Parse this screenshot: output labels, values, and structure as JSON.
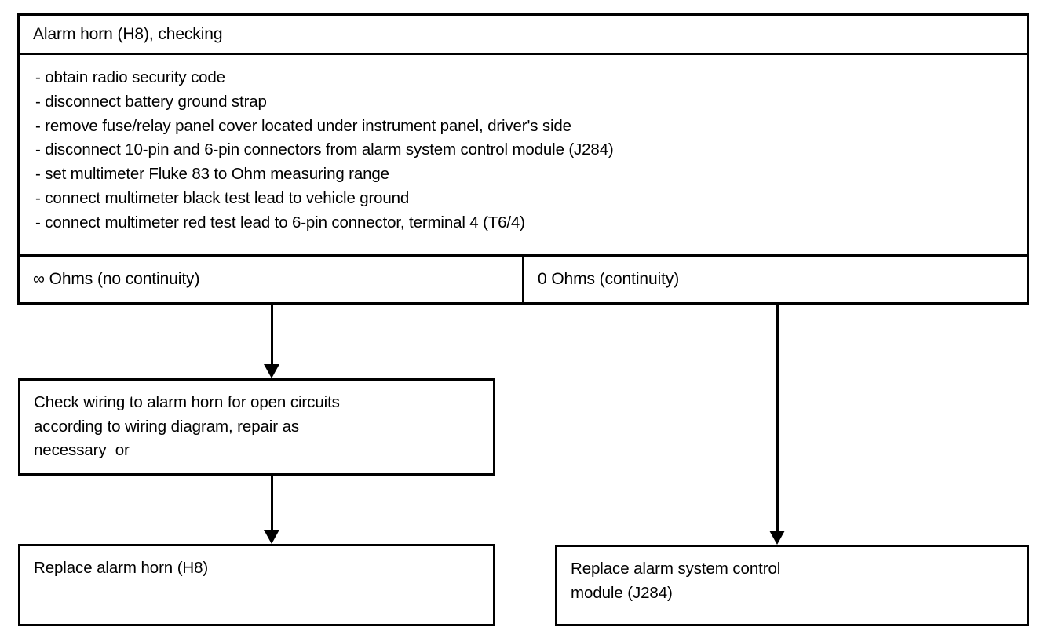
{
  "diagram": {
    "type": "troubleshooting-flowchart",
    "title": "Alarm horn (H8), checking",
    "procedure_steps": [
      "- obtain radio security code",
      "- disconnect battery ground strap",
      "- remove fuse/relay panel cover located under instrument panel, driver's side",
      "- disconnect 10-pin and 6-pin connectors from alarm system control module (J284)",
      "- set multimeter Fluke 83 to Ohm measuring range",
      "- connect multimeter black test lead to vehicle ground",
      "- connect multimeter red test lead to 6-pin connector, terminal 4 (T6/4)"
    ],
    "results": {
      "left": "∞ Ohms (no continuity)",
      "right": "0 Ohms (continuity)"
    },
    "outcomes": {
      "check_wiring": [
        "Check wiring to alarm horn for open circuits",
        "according to wiring diagram, repair as",
        "necessary  or"
      ],
      "replace_horn": [
        "Replace alarm horn (H8)"
      ],
      "replace_module": [
        "Replace alarm system control",
        "module (J284)"
      ]
    },
    "colors": {
      "line": "#000000",
      "background": "#ffffff"
    }
  }
}
